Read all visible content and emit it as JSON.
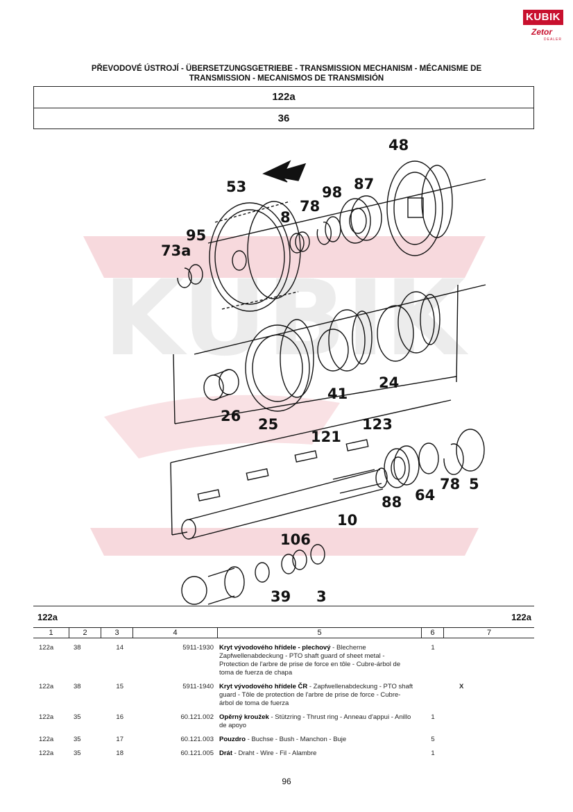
{
  "logo": {
    "top": "KUBIK",
    "bottom": "Zetor",
    "sub": "DEALER"
  },
  "heading": {
    "line1": "PŘEVODOVÉ ÚSTROJÍ - ÜBERSETZUNGSGETRIEBE - TRANSMISSION MECHANISM - MÉCANISME DE",
    "line2": "TRANSMISSION - MECANISMOS DE TRANSMISIÓN"
  },
  "group_code": "122a",
  "figure_number": "36",
  "watermark": {
    "text": "KUBIK"
  },
  "callouts": [
    "48",
    "53",
    "78",
    "98",
    "87",
    "8",
    "95",
    "73a",
    "24",
    "41",
    "26",
    "25",
    "121",
    "123",
    "5",
    "78",
    "64",
    "88",
    "10",
    "106",
    "3",
    "39"
  ],
  "parts_table": {
    "group_left": "122a",
    "group_right": "122a",
    "columns": [
      "1",
      "2",
      "3",
      "4",
      "5",
      "6",
      "7"
    ],
    "rows": [
      {
        "group": "122a",
        "fig": "38",
        "pos": "14",
        "part_no": "5911-1930",
        "name": "Kryt vývodového hřídele - plechový",
        "desc": " - Blecherne Zapfwellenabdeckung - PTO shaft guard of sheet metal - Protection de l'arbre de prise de force en tôle - Cubre-árbol de toma de fuerza de chapa",
        "qty": "1",
        "note": ""
      },
      {
        "group": "122a",
        "fig": "38",
        "pos": "15",
        "part_no": "5911-1940",
        "name": "Kryt vývodového hřídele ČR",
        "desc": " - Zapfwellenabdeckung - PTO shaft guard - Tôle de protection de l'arbre de prise de force - Cubre-árbol de toma de fuerza",
        "qty": "",
        "note": "X"
      },
      {
        "group": "122a",
        "fig": "35",
        "pos": "16",
        "part_no": "60.121.002",
        "name": "Opěrný kroužek",
        "desc": " - Stützring - Thrust ring - Anneau d'appui - Anillo de apoyo",
        "qty": "1",
        "note": ""
      },
      {
        "group": "122a",
        "fig": "35",
        "pos": "17",
        "part_no": "60.121.003",
        "name": "Pouzdro",
        "desc": " - Buchse - Bush - Manchon  - Buje",
        "qty": "5",
        "note": ""
      },
      {
        "group": "122a",
        "fig": "35",
        "pos": "18",
        "part_no": "60.121.005",
        "name": "Drát",
        "desc": " - Draht - Wire - Fil - Alambre",
        "qty": "1",
        "note": ""
      }
    ]
  },
  "page_number": "96"
}
